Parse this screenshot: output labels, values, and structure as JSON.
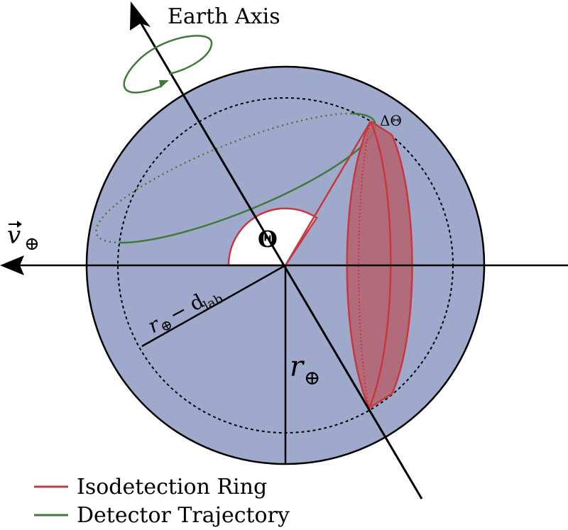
{
  "labels": {
    "earth_axis": "Earth Axis",
    "velocity_symbol": "v",
    "velocity_sub": "⊕",
    "theta": "Θ",
    "delta_theta": "ΔΘ",
    "radius_inner_r": "r",
    "radius_inner_sub": "⊕",
    "radius_inner_minus": "− d",
    "radius_inner_lab": "lab",
    "radius_outer_r": "r",
    "radius_outer_sub": "⊕"
  },
  "legend": [
    {
      "label": "Isodetection Ring",
      "color": "#c8373d"
    },
    {
      "label": "Detector Trajectory",
      "color": "#3f7a3a"
    }
  ],
  "colors": {
    "earth_fill": "#9ea9cb",
    "ring": "#c8373d",
    "ring_fill": "#b05060",
    "trajectory": "#3f7a3a",
    "axis": "#000000"
  }
}
